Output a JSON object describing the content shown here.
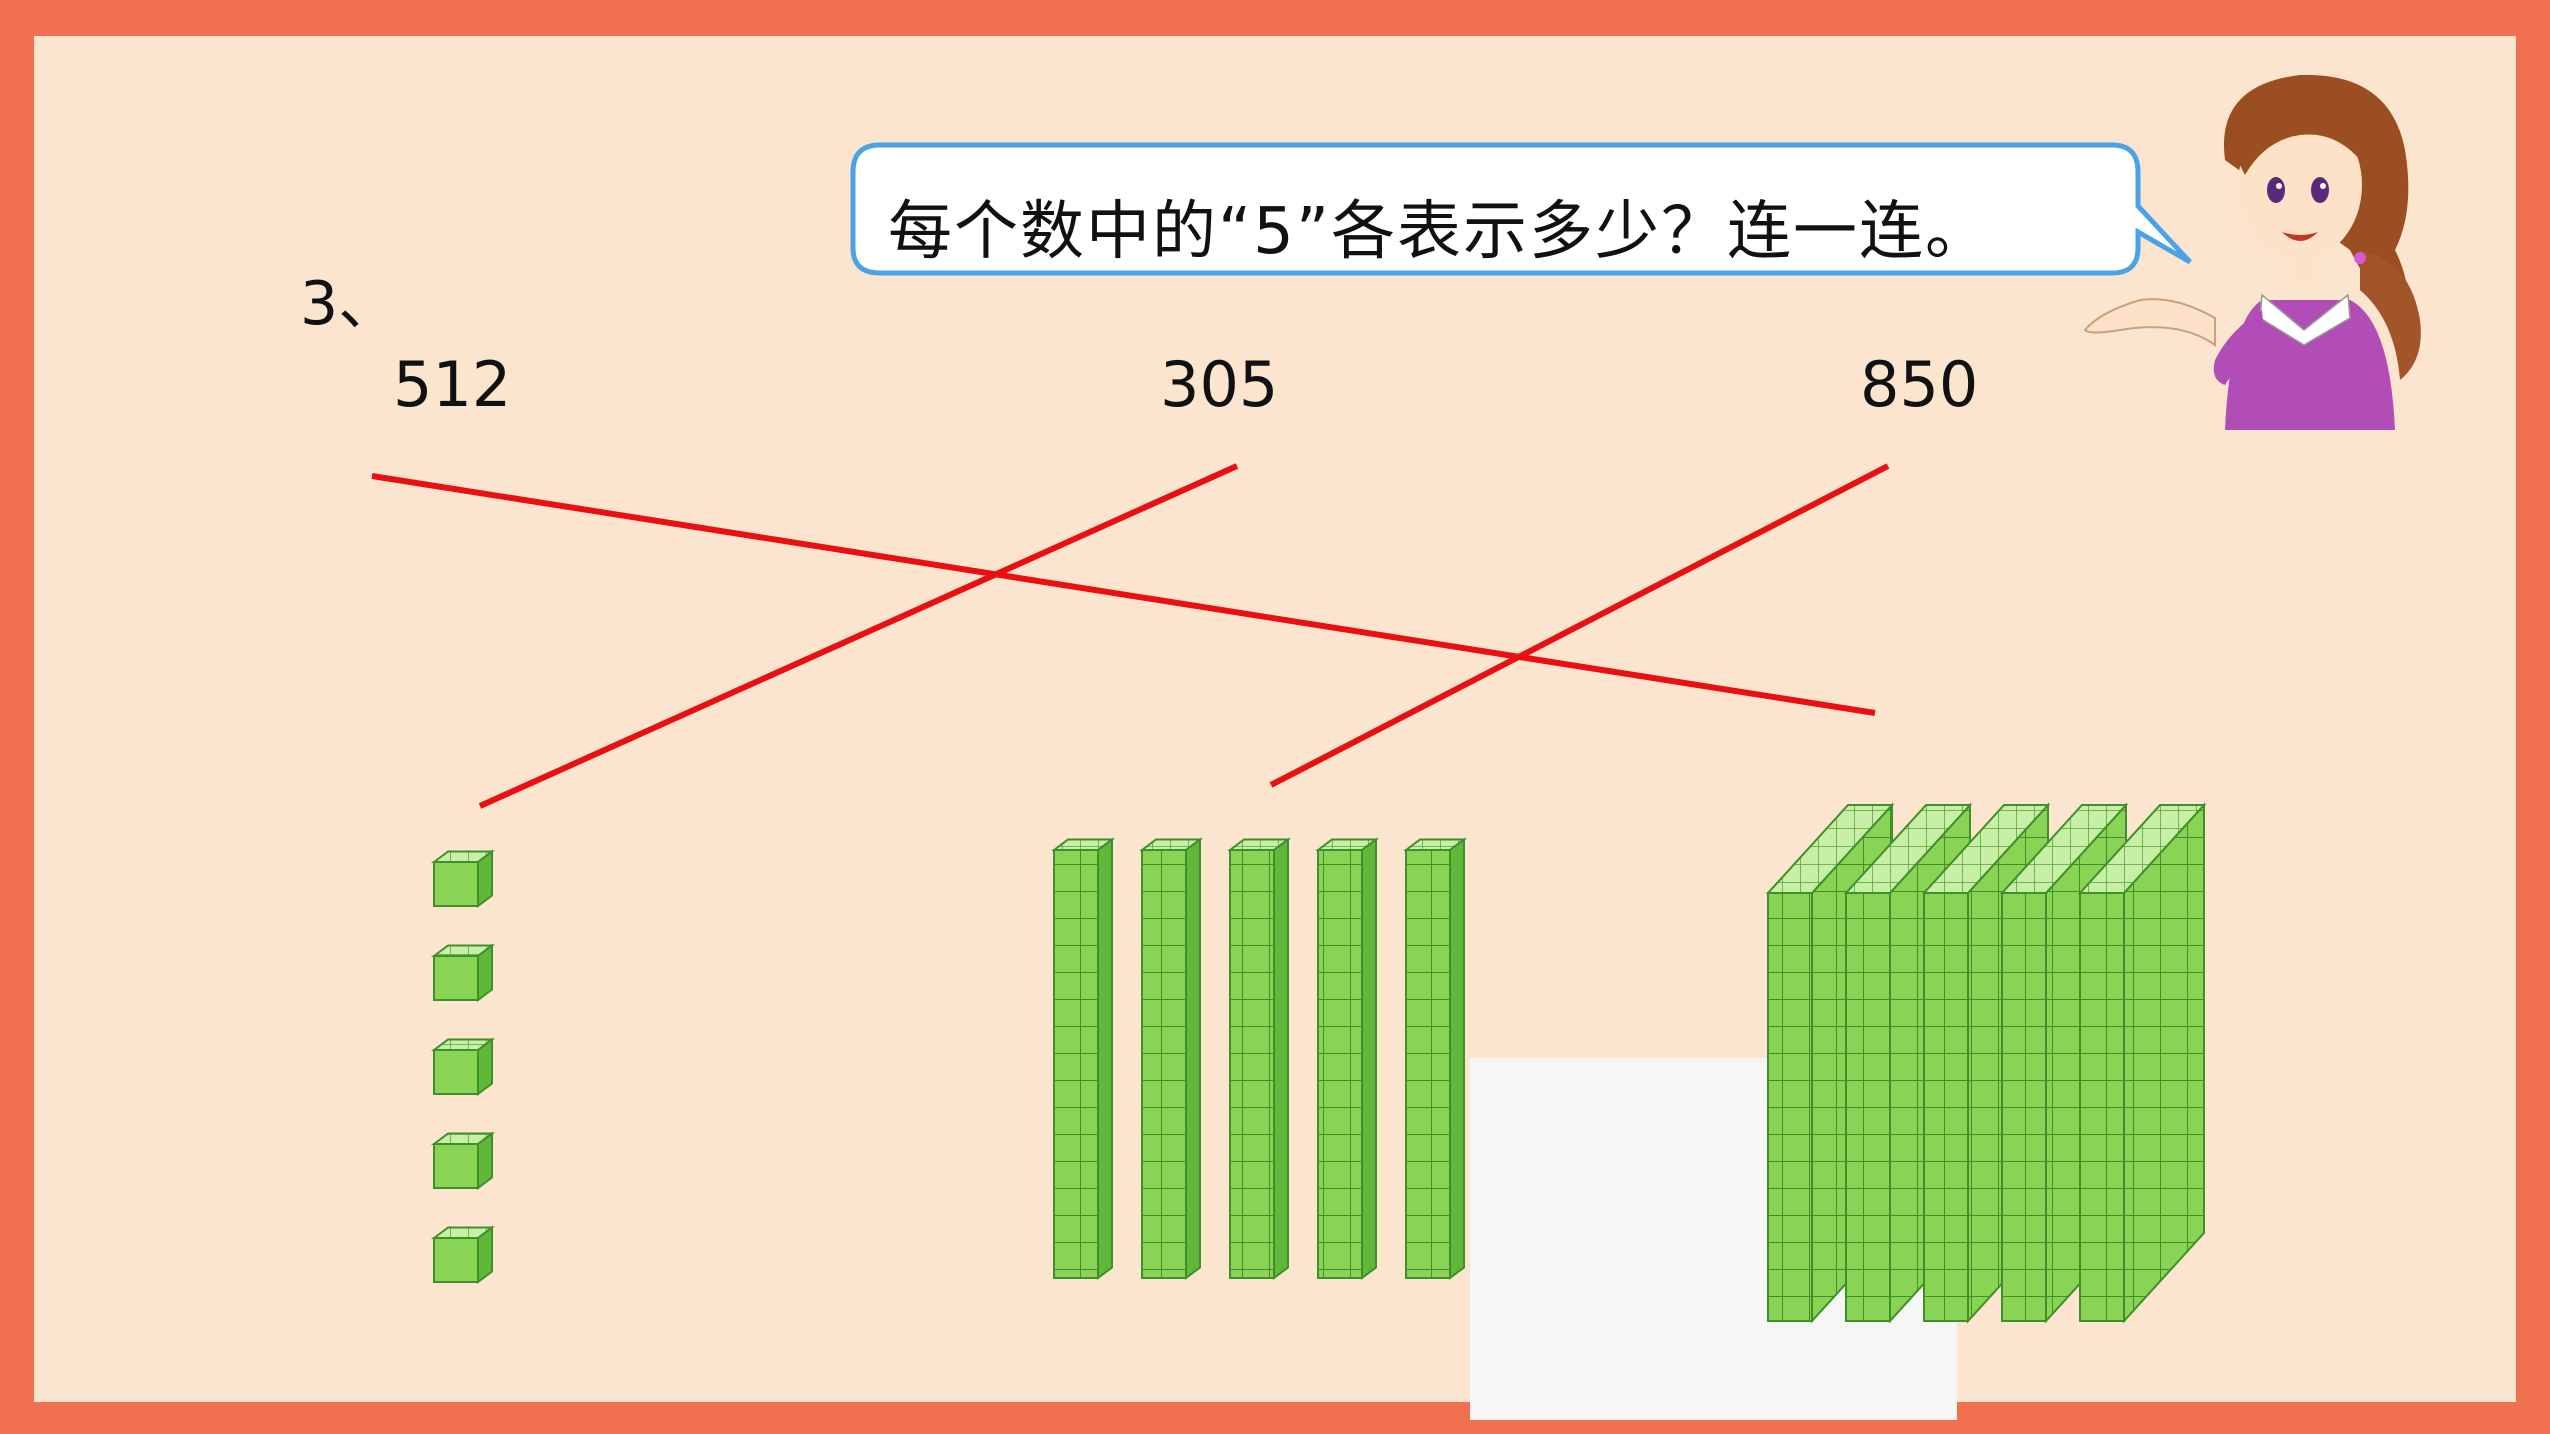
{
  "slide": {
    "question_number": "3、",
    "prompt": "每个数中的“5”各表示多少？连一连。",
    "numbers": [
      "512",
      "305",
      "850"
    ]
  },
  "blocks": {
    "ones_cubes": 5,
    "ten_rods": 5,
    "hundred_flats": 5
  },
  "matches": [
    {
      "number": "512",
      "group": "hundreds"
    },
    {
      "number": "305",
      "group": "ones"
    },
    {
      "number": "850",
      "group": "tens"
    }
  ],
  "colors": {
    "frame": "#f07050",
    "background": "#fbe5cf",
    "line": "#e81010",
    "cube_green": "#7fd04f",
    "bubble_border": "#4aa3e8"
  }
}
